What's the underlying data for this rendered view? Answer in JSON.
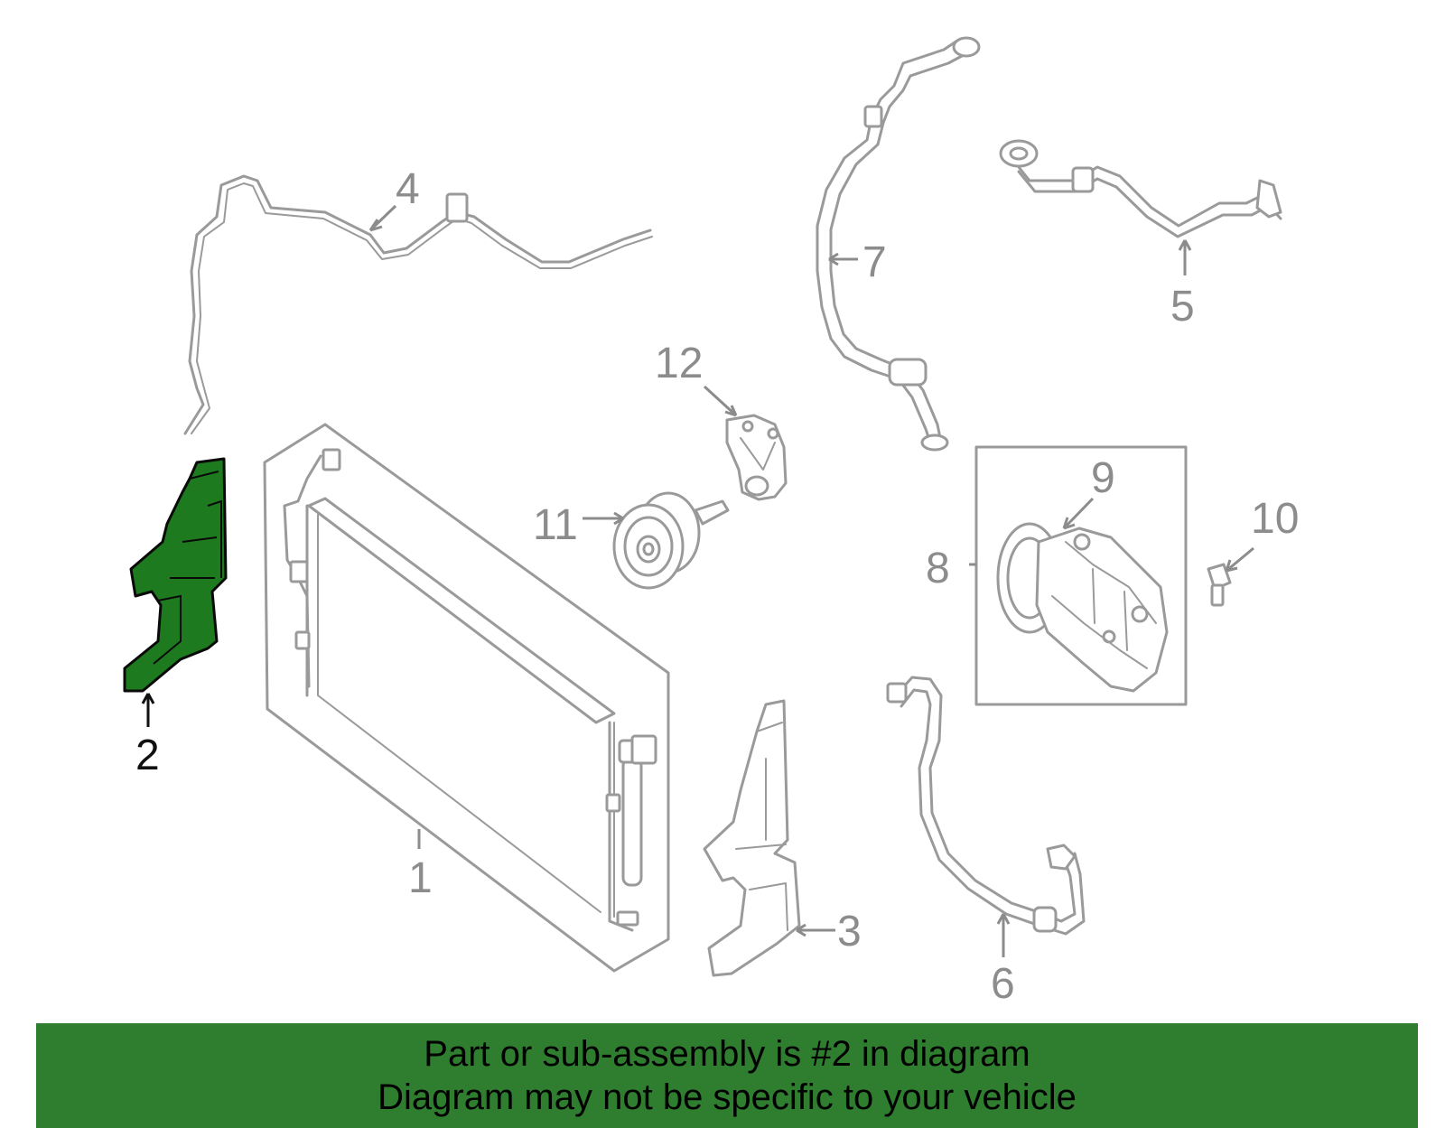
{
  "callouts": {
    "c1": "1",
    "c2": "2",
    "c3": "3",
    "c4": "4",
    "c5": "5",
    "c6": "6",
    "c7": "7",
    "c8": "8",
    "c9": "9",
    "c10": "10",
    "c11": "11",
    "c12": "12"
  },
  "highlighted_part": "2",
  "colors": {
    "highlight": "#1e7a1e",
    "part_line": "#9a9a9a",
    "banner": "#2f7d2f"
  },
  "footer": {
    "line1": "Part or sub-assembly is #2 in diagram",
    "line2": "Diagram may not be specific to your vehicle"
  }
}
